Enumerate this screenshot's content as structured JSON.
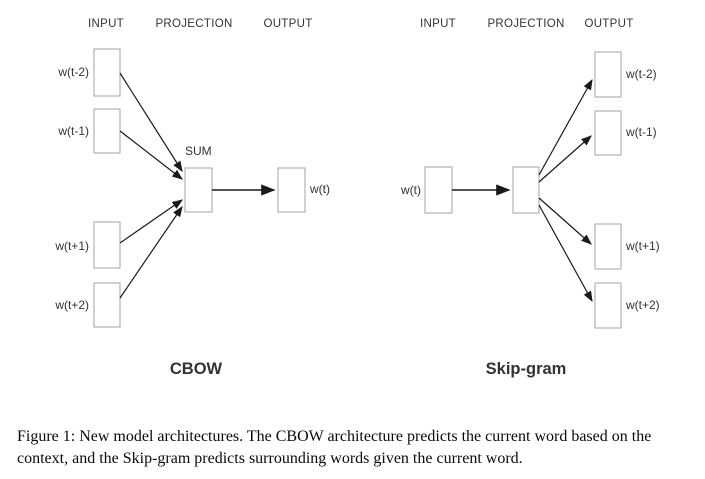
{
  "figure": {
    "cbow": {
      "header": {
        "input": "INPUT",
        "projection": "PROJECTION",
        "output": "OUTPUT"
      },
      "inputs": [
        "w(t-2)",
        "w(t-1)",
        "w(t+1)",
        "w(t+2)"
      ],
      "sum_label": "SUM",
      "output_label": "w(t)",
      "title": "CBOW"
    },
    "skipgram": {
      "header": {
        "input": "INPUT",
        "projection": "PROJECTION",
        "output": "OUTPUT"
      },
      "input_label": "w(t)",
      "outputs": [
        "w(t-2)",
        "w(t-1)",
        "w(t+1)",
        "w(t+2)"
      ],
      "title": "Skip-gram"
    },
    "caption": {
      "line1": "Figure 1: New model architectures. The CBOW architecture predicts the current word based on the",
      "line2": "context, and the Skip-gram predicts surrounding words given the current word."
    }
  },
  "colors": {
    "background": "#ffffff",
    "box_border": "#a3a3a3",
    "arrow": "#1a1a1a",
    "diagram_text": "#333333",
    "caption_text": "#0a0a0a"
  }
}
